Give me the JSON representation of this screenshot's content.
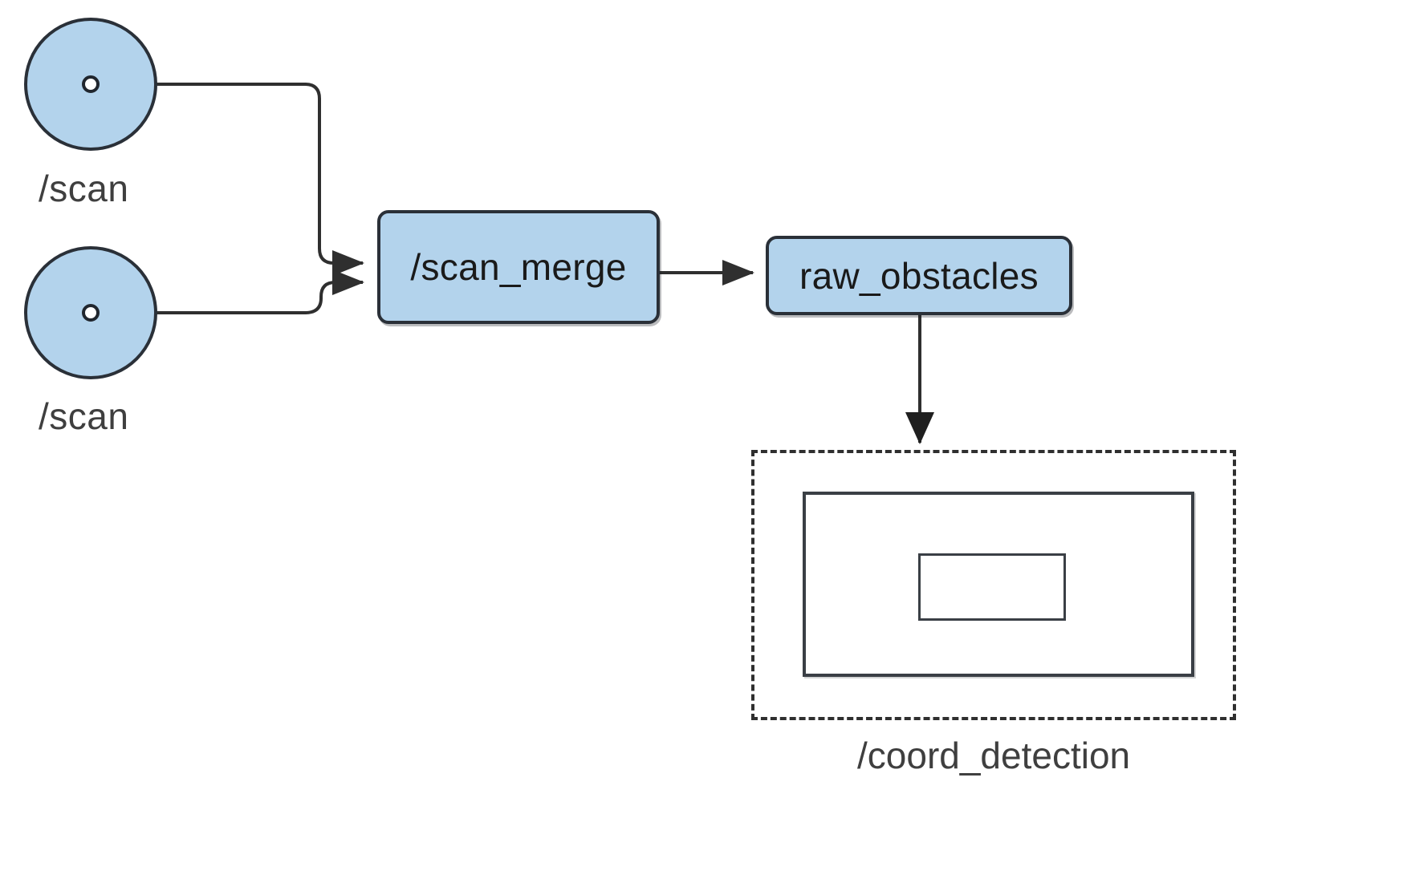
{
  "diagram": {
    "type": "ros-node-graph",
    "background_color": "#ffffff",
    "node_fill_color": "#b3d3ec",
    "node_stroke_color": "#2a3038",
    "edge_color": "#2f2f2f",
    "label_color": "#3f3f3f",
    "topics": [
      {
        "id": "scan-top",
        "label": "/scan",
        "shape": "circle"
      },
      {
        "id": "scan-bottom",
        "label": "/scan",
        "shape": "circle"
      }
    ],
    "nodes": [
      {
        "id": "scan-merge",
        "label": "/scan_merge",
        "shape": "rounded-rect"
      },
      {
        "id": "raw-obstacles",
        "label": "raw_obstacles",
        "shape": "rounded-rect"
      }
    ],
    "group": {
      "id": "coord-detection",
      "label": "/coord_detection",
      "style": "dashed",
      "children": [
        {
          "id": "coord-outer-rect",
          "shape": "rect"
        },
        {
          "id": "coord-inner-rect",
          "shape": "rect"
        }
      ]
    },
    "edges": [
      {
        "from": "scan-top",
        "to": "scan-merge",
        "style": "orthogonal-rounded",
        "arrow": true
      },
      {
        "from": "scan-bottom",
        "to": "scan-merge",
        "style": "orthogonal-rounded",
        "arrow": true
      },
      {
        "from": "scan-merge",
        "to": "raw-obstacles",
        "style": "straight",
        "arrow": true
      },
      {
        "from": "raw-obstacles",
        "to": "coord-detection",
        "style": "straight-vertical",
        "arrow": true
      }
    ]
  }
}
